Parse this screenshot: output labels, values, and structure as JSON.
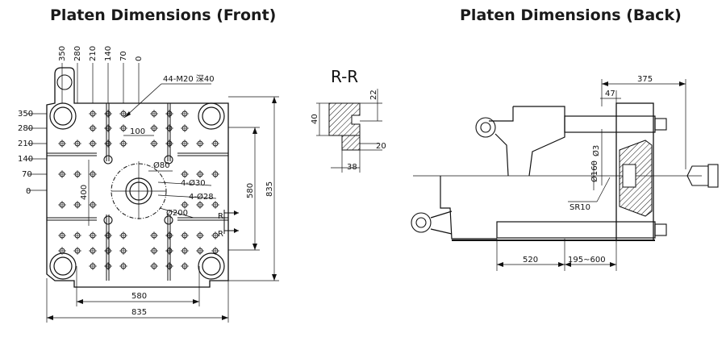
{
  "titles": {
    "front": "Platen Dimensions (Front)",
    "back": "Platen Dimensions (Back)"
  },
  "front": {
    "top_ticks": [
      "350",
      "280",
      "210",
      "140",
      "70",
      "0"
    ],
    "left_ticks": [
      "350",
      "280",
      "210",
      "140",
      "70",
      "0"
    ],
    "callout_tap": "44-M20 深40",
    "dim_100": "100",
    "dim_400": "400",
    "dim_580_v": "580",
    "dim_835_v": "835",
    "dim_580_h": "580",
    "dim_835_h": "835",
    "dia_80": "Ø80",
    "holes_30": "4-Ø30",
    "holes_28": "4-Ø28",
    "dia_200": "Ø200",
    "section_mark": "R"
  },
  "section": {
    "label": "R-R",
    "dim_40": "40",
    "dim_22": "22",
    "dim_20": "20",
    "dim_38": "38"
  },
  "back": {
    "dim_375": "375",
    "dim_47": "47",
    "dim_3": "Ø3",
    "dim_160": "Ø160",
    "dim_sr10": "SR10",
    "dim_520": "520",
    "dim_stroke": "195~600"
  }
}
